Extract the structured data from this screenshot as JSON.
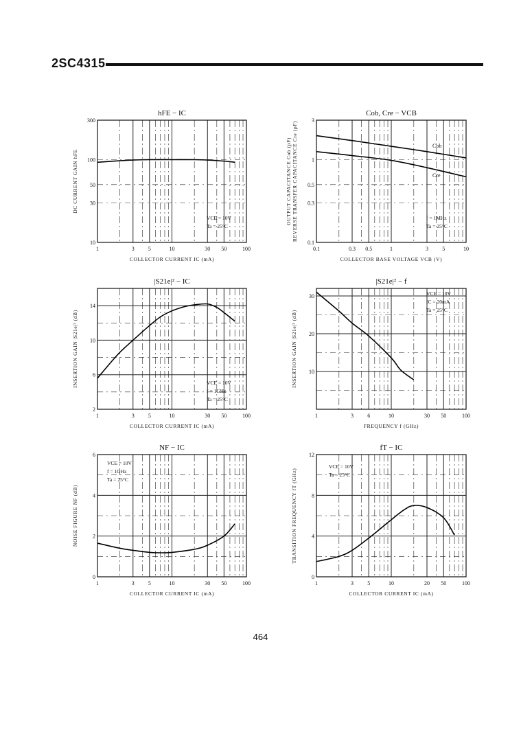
{
  "header": {
    "part_number": "2SC4315",
    "page_number": "464"
  },
  "chart_data": [
    {
      "type": "line",
      "title": "hFE − IC",
      "xlabel": "COLLECTOR CURRENT  IC  (mA)",
      "ylabel": "DC CURRENT GAIN  hFE",
      "xscale": "log",
      "yscale": "log",
      "xlim": [
        1,
        100
      ],
      "ylim": [
        10,
        300
      ],
      "x_ticks": [
        1,
        3,
        5,
        10,
        30,
        50,
        100
      ],
      "x_tick_labels": [
        "1",
        "3",
        "5",
        "10",
        "30",
        "50",
        "100"
      ],
      "y_ticks": [
        10,
        30,
        50,
        100,
        300
      ],
      "y_tick_labels": [
        "10",
        "30",
        "50",
        "100",
        "300"
      ],
      "conditions": [
        "VCE = 10V",
        "Ta = 25°C"
      ],
      "series": [
        {
          "x": [
            1,
            2,
            3,
            5,
            10,
            20,
            30,
            50,
            70
          ],
          "y": [
            93,
            97,
            99,
            100,
            100,
            100,
            99,
            96,
            93
          ]
        }
      ]
    },
    {
      "type": "line",
      "title": "Cob, Cre − VCB",
      "xlabel": "COLLECTOR BASE VOLTAGE  VCB  (V)",
      "ylabel_lines": [
        "OUTPUT CAPACITANCE  Cob  (pF)",
        "REVERSE TRANSFER CAPACITANCE  Cre  (pF)"
      ],
      "xscale": "log",
      "yscale": "log",
      "xlim": [
        0.1,
        10
      ],
      "ylim": [
        0.1,
        3
      ],
      "x_ticks": [
        0.1,
        0.3,
        0.5,
        1,
        3,
        5,
        10
      ],
      "x_tick_labels": [
        "0.1",
        "0.3",
        "0.5",
        "1",
        "3",
        "5",
        "10"
      ],
      "y_ticks": [
        0.1,
        0.3,
        0.5,
        1,
        3
      ],
      "y_tick_labels": [
        "0.1",
        "0.3",
        "0.5",
        "1",
        "3"
      ],
      "conditions": [
        "f = 1MHz",
        "Ta = 25°C"
      ],
      "series": [
        {
          "name": "Cob",
          "x": [
            0.1,
            0.3,
            1,
            3,
            10
          ],
          "y": [
            1.95,
            1.7,
            1.45,
            1.25,
            1.05
          ]
        },
        {
          "name": "Cre",
          "x": [
            0.1,
            0.3,
            1,
            3,
            10
          ],
          "y": [
            1.25,
            1.12,
            0.98,
            0.8,
            0.62
          ]
        }
      ]
    },
    {
      "type": "line",
      "title": "|S21e|² − IC",
      "xlabel": "COLLECTOR CURRENT  IC  (mA)",
      "ylabel": "INSERTION GAIN  |S21e|²  (dB)",
      "xscale": "log",
      "yscale": "linear",
      "xlim": [
        1,
        100
      ],
      "ylim": [
        2,
        16
      ],
      "x_ticks": [
        1,
        3,
        5,
        10,
        30,
        50,
        100
      ],
      "x_tick_labels": [
        "1",
        "3",
        "5",
        "10",
        "30",
        "50",
        "100"
      ],
      "y_ticks": [
        2,
        6,
        10,
        14
      ],
      "y_tick_labels": [
        "2",
        "6",
        "10",
        "14"
      ],
      "conditions": [
        "VCE = 10V",
        "f = 1GHz",
        "Ta = 25°C"
      ],
      "series": [
        {
          "x": [
            1,
            1.5,
            2,
            3,
            5,
            7,
            10,
            15,
            20,
            30,
            40,
            50,
            70
          ],
          "y": [
            5.6,
            7.4,
            8.6,
            10.0,
            11.7,
            12.7,
            13.4,
            13.9,
            14.1,
            14.2,
            13.8,
            13.2,
            12.2
          ]
        }
      ]
    },
    {
      "type": "line",
      "title": "|S21e|² − f",
      "xlabel": "FREQUENCY  f  (GHz)",
      "ylabel": "INSERTION GAIN  |S21e|²  (dB)",
      "xscale": "log",
      "yscale": "linear",
      "xlim": [
        1,
        100
      ],
      "ylim": [
        0,
        32
      ],
      "x_ticks": [
        1,
        3,
        5,
        10,
        30,
        50,
        100
      ],
      "x_tick_labels": [
        "1",
        "3",
        "6",
        "10",
        "30",
        "50",
        "100"
      ],
      "y_ticks": [
        0,
        10,
        20,
        30
      ],
      "y_tick_labels": [
        "",
        "10",
        "20",
        "30"
      ],
      "conditions": [
        "VCE = 10V",
        "IC = 20mA",
        "Ta = 25°C"
      ],
      "series": [
        {
          "x": [
            1,
            2,
            3,
            5,
            10,
            13.5,
            20
          ],
          "y": [
            31,
            26,
            22.8,
            19.4,
            13.6,
            10.3,
            7.8
          ]
        }
      ]
    },
    {
      "type": "line",
      "title": "NF − IC",
      "xlabel": "COLLECTOR CURRENT  IC  (mA)",
      "ylabel": "NOISE FIGURE  NF  (dB)",
      "xscale": "log",
      "yscale": "linear",
      "xlim": [
        1,
        100
      ],
      "ylim": [
        0,
        6
      ],
      "x_ticks": [
        1,
        3,
        5,
        10,
        30,
        50,
        100
      ],
      "x_tick_labels": [
        "1",
        "3",
        "5",
        "10",
        "30",
        "50",
        "100"
      ],
      "y_ticks": [
        0,
        2,
        4,
        6
      ],
      "y_tick_labels": [
        "0",
        "2",
        "4",
        "6"
      ],
      "conditions": [
        "VCE = 10V",
        "f = 1GHz",
        "Ta = 25°C"
      ],
      "series": [
        {
          "x": [
            1,
            2,
            3,
            5,
            7,
            10,
            20,
            30,
            50,
            70
          ],
          "y": [
            1.65,
            1.4,
            1.3,
            1.2,
            1.18,
            1.2,
            1.35,
            1.55,
            2.0,
            2.6
          ]
        }
      ]
    },
    {
      "type": "line",
      "title": "fT − IC",
      "xlabel": "COLLECTOR CURRENT  IC  (mA)",
      "ylabel": "TRANSITION FREQUENCY  fT  (GHz)",
      "xscale": "log",
      "yscale": "linear",
      "xlim": [
        1,
        100
      ],
      "ylim": [
        0,
        12
      ],
      "x_ticks": [
        1,
        3,
        5,
        10,
        30,
        50,
        100
      ],
      "x_tick_labels": [
        "1",
        "3",
        "5",
        "10",
        "20",
        "50",
        "100"
      ],
      "y_ticks": [
        0,
        4,
        8,
        12
      ],
      "y_tick_labels": [
        "0",
        "4",
        "8",
        "12"
      ],
      "conditions": [
        "VCE = 10V",
        "Ta = 25°C"
      ],
      "series": [
        {
          "x": [
            1,
            2,
            3,
            5,
            10,
            15,
            20,
            30,
            50,
            70
          ],
          "y": [
            1.5,
            2.0,
            2.6,
            3.8,
            5.6,
            6.6,
            7.0,
            6.8,
            5.8,
            4.1
          ]
        }
      ]
    }
  ]
}
